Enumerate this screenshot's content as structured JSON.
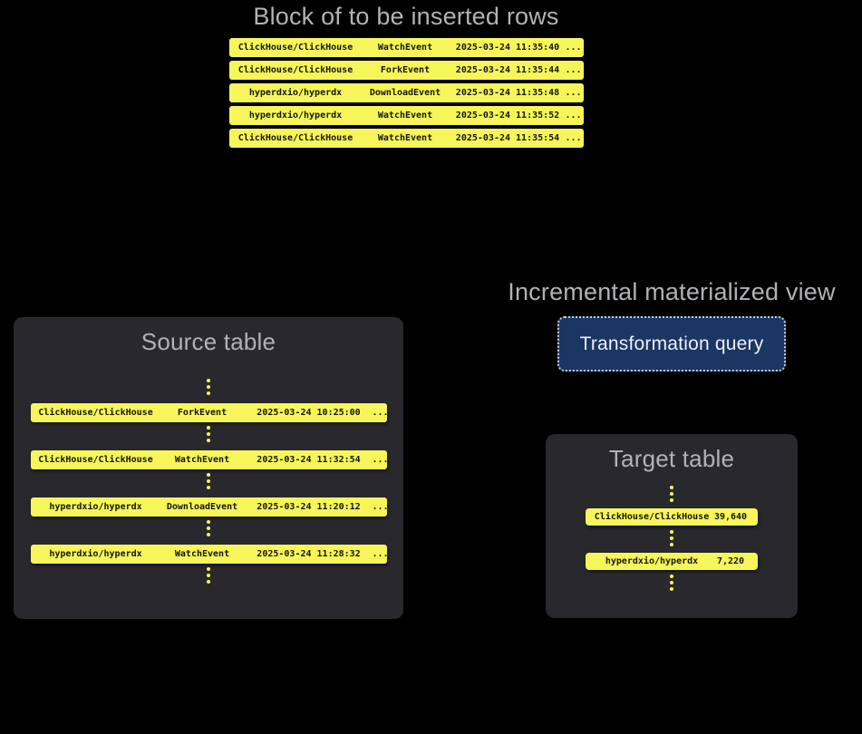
{
  "insert_block": {
    "title": "Block of to be inserted rows",
    "rows": [
      {
        "repo": "ClickHouse/ClickHouse",
        "event": "WatchEvent",
        "time": "2025-03-24 11:35:40",
        "more": "..."
      },
      {
        "repo": "ClickHouse/ClickHouse",
        "event": "ForkEvent",
        "time": "2025-03-24 11:35:44",
        "more": "..."
      },
      {
        "repo": "hyperdxio/hyperdx",
        "event": "DownloadEvent",
        "time": "2025-03-24 11:35:48",
        "more": "..."
      },
      {
        "repo": "hyperdxio/hyperdx",
        "event": "WatchEvent",
        "time": "2025-03-24 11:35:52",
        "more": "..."
      },
      {
        "repo": "ClickHouse/ClickHouse",
        "event": "WatchEvent",
        "time": "2025-03-24 11:35:54",
        "more": "..."
      }
    ]
  },
  "source_table": {
    "title": "Source table",
    "rows": [
      {
        "repo": "ClickHouse/ClickHouse",
        "event": "ForkEvent",
        "time": "2025-03-24 10:25:00",
        "more": "..."
      },
      {
        "repo": "ClickHouse/ClickHouse",
        "event": "WatchEvent",
        "time": "2025-03-24 11:32:54",
        "more": "..."
      },
      {
        "repo": "hyperdxio/hyperdx",
        "event": "DownloadEvent",
        "time": "2025-03-24 11:20:12",
        "more": "..."
      },
      {
        "repo": "hyperdxio/hyperdx",
        "event": "WatchEvent",
        "time": "2025-03-24 11:28:32",
        "more": "..."
      }
    ]
  },
  "materialized_view": {
    "title": "Incremental materialized view",
    "button_label": "Transformation query"
  },
  "target_table": {
    "title": "Target table",
    "rows": [
      {
        "repo": "ClickHouse/ClickHouse",
        "count": "39,640"
      },
      {
        "repo": "hyperdxio/hyperdx",
        "count": "7,220"
      }
    ]
  },
  "colors": {
    "background": "#000000",
    "panel": "#29292d",
    "row_yellow": "#f6f65a",
    "row_text": "#151515",
    "title_gray": "#b2b2b6",
    "button_navy": "#1a3763",
    "button_border": "#c8cdd5",
    "button_text": "#edeff3"
  }
}
